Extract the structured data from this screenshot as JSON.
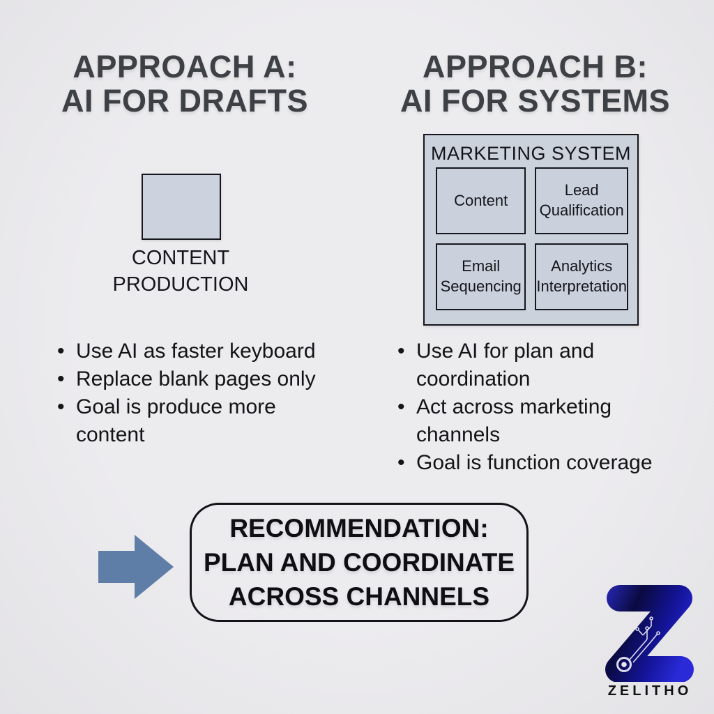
{
  "approach_a": {
    "title": "APPROACH A:\nAI FOR DRAFTS",
    "diagram_label": "CONTENT\nPRODUCTION",
    "bullets": [
      "Use AI as faster keyboard",
      "Replace blank pages only",
      "Goal is produce more content"
    ]
  },
  "approach_b": {
    "title": "APPROACH B:\nAI FOR SYSTEMS",
    "system_title": "MARKETING SYSTEM",
    "system_cells": [
      "Content",
      "Lead Qualification",
      "Email Sequencing",
      "Analytics Interpretation"
    ],
    "bullets": [
      "Use AI for plan and coordination",
      "Act across marketing channels",
      "Goal is function coverage"
    ]
  },
  "recommendation": {
    "text": "RECOMMENDATION:\nPLAN AND COORDINATE\nACROSS CHANNELS"
  },
  "brand": {
    "name": "ZELITHO"
  },
  "colors": {
    "background": "#ecebee",
    "title_text": "#3d4045",
    "body_text": "#141417",
    "box_fill": "#ccd2dc",
    "box_border": "#16161d",
    "arrow": "#5e7da7",
    "logo_blue_bright": "#2a2ad4",
    "logo_blue_dark": "#0a0a40"
  }
}
